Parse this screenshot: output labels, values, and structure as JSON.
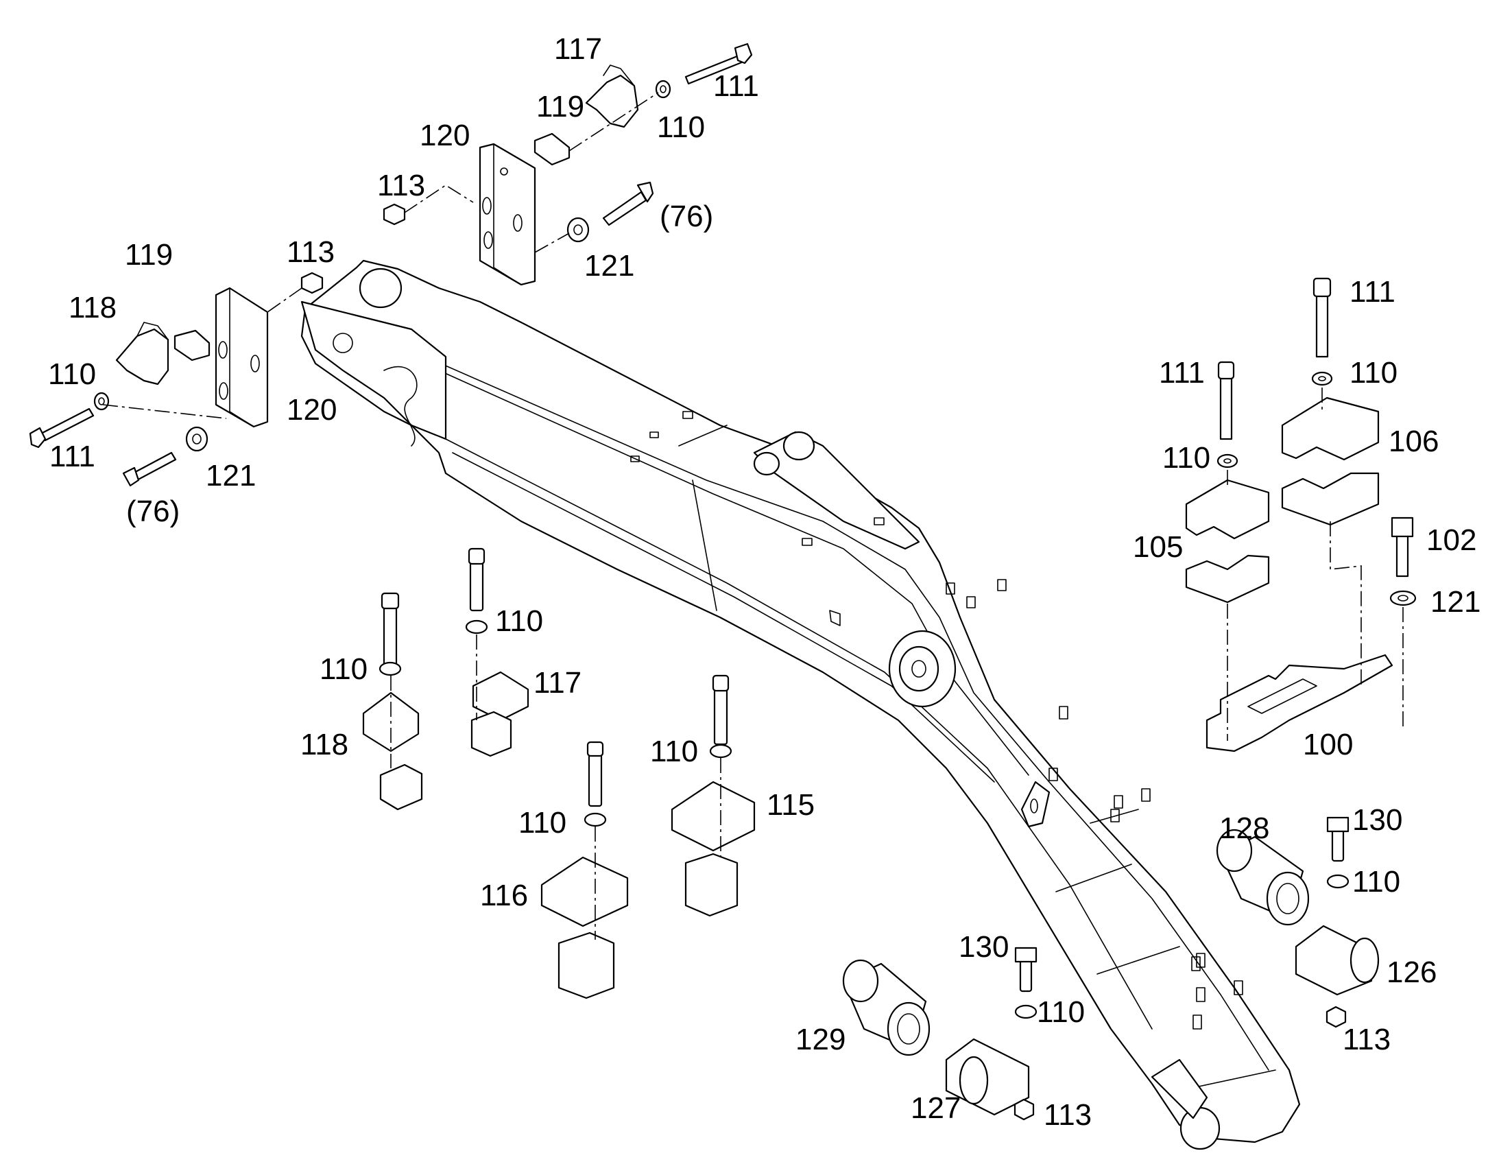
{
  "labels": {
    "l111_top": "111",
    "l117_top": "117",
    "l119_top": "119",
    "l110_top": "110",
    "l120_top": "120",
    "l113_top": "113",
    "l76_top": "(76)",
    "l121_top": "121",
    "l119_left": "119",
    "l113_left": "113",
    "l118_left": "118",
    "l110_left": "110",
    "l111_left": "111",
    "l120_left": "120",
    "l121_left": "121",
    "l76_left": "(76)",
    "l111_right_a": "111",
    "l111_right_b": "111",
    "l110_right_a": "110",
    "l110_right_b": "110",
    "l106": "106",
    "l105": "105",
    "l102": "102",
    "l121_right": "121",
    "l100": "100",
    "l110_c1": "110",
    "l117_c": "117",
    "l110_c2": "110",
    "l118_c": "118",
    "l110_c3": "110",
    "l115": "115",
    "l110_c4": "110",
    "l116": "116",
    "l128": "128",
    "l130_a": "130",
    "l110_d1": "110",
    "l126": "126",
    "l113_d1": "113",
    "l130_b": "130",
    "l110_d2": "110",
    "l129": "129",
    "l127": "127",
    "l113_d2": "113"
  }
}
